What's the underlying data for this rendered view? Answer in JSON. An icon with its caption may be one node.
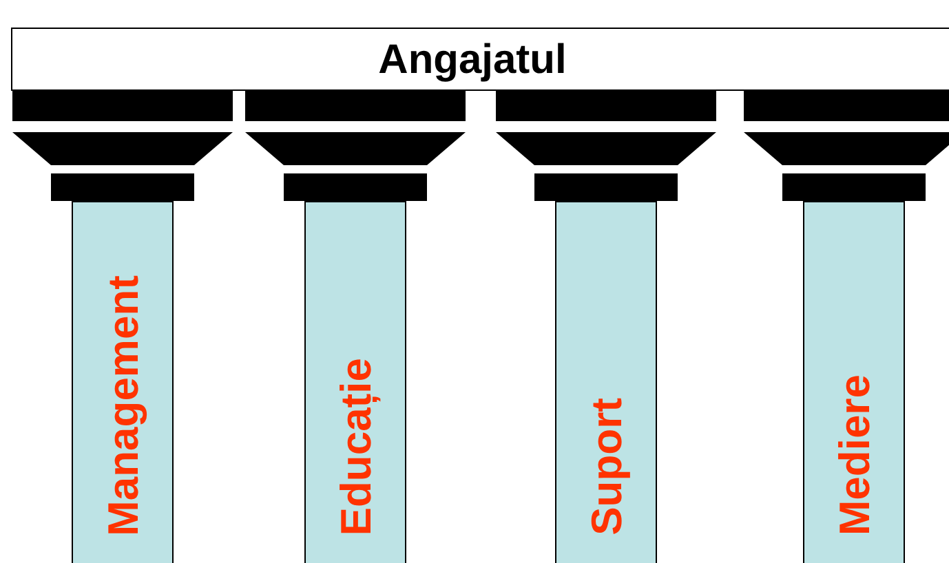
{
  "diagram": {
    "nodes": [
      {
        "text": [
          "Angajatul"
        ]
      },
      {
        "text": [
          "Management"
        ]
      },
      {
        "text": [
          "Educație"
        ]
      },
      {
        "text": [
          "Suport"
        ]
      },
      {
        "text": [
          "Mediere"
        ]
      }
    ]
  }
}
